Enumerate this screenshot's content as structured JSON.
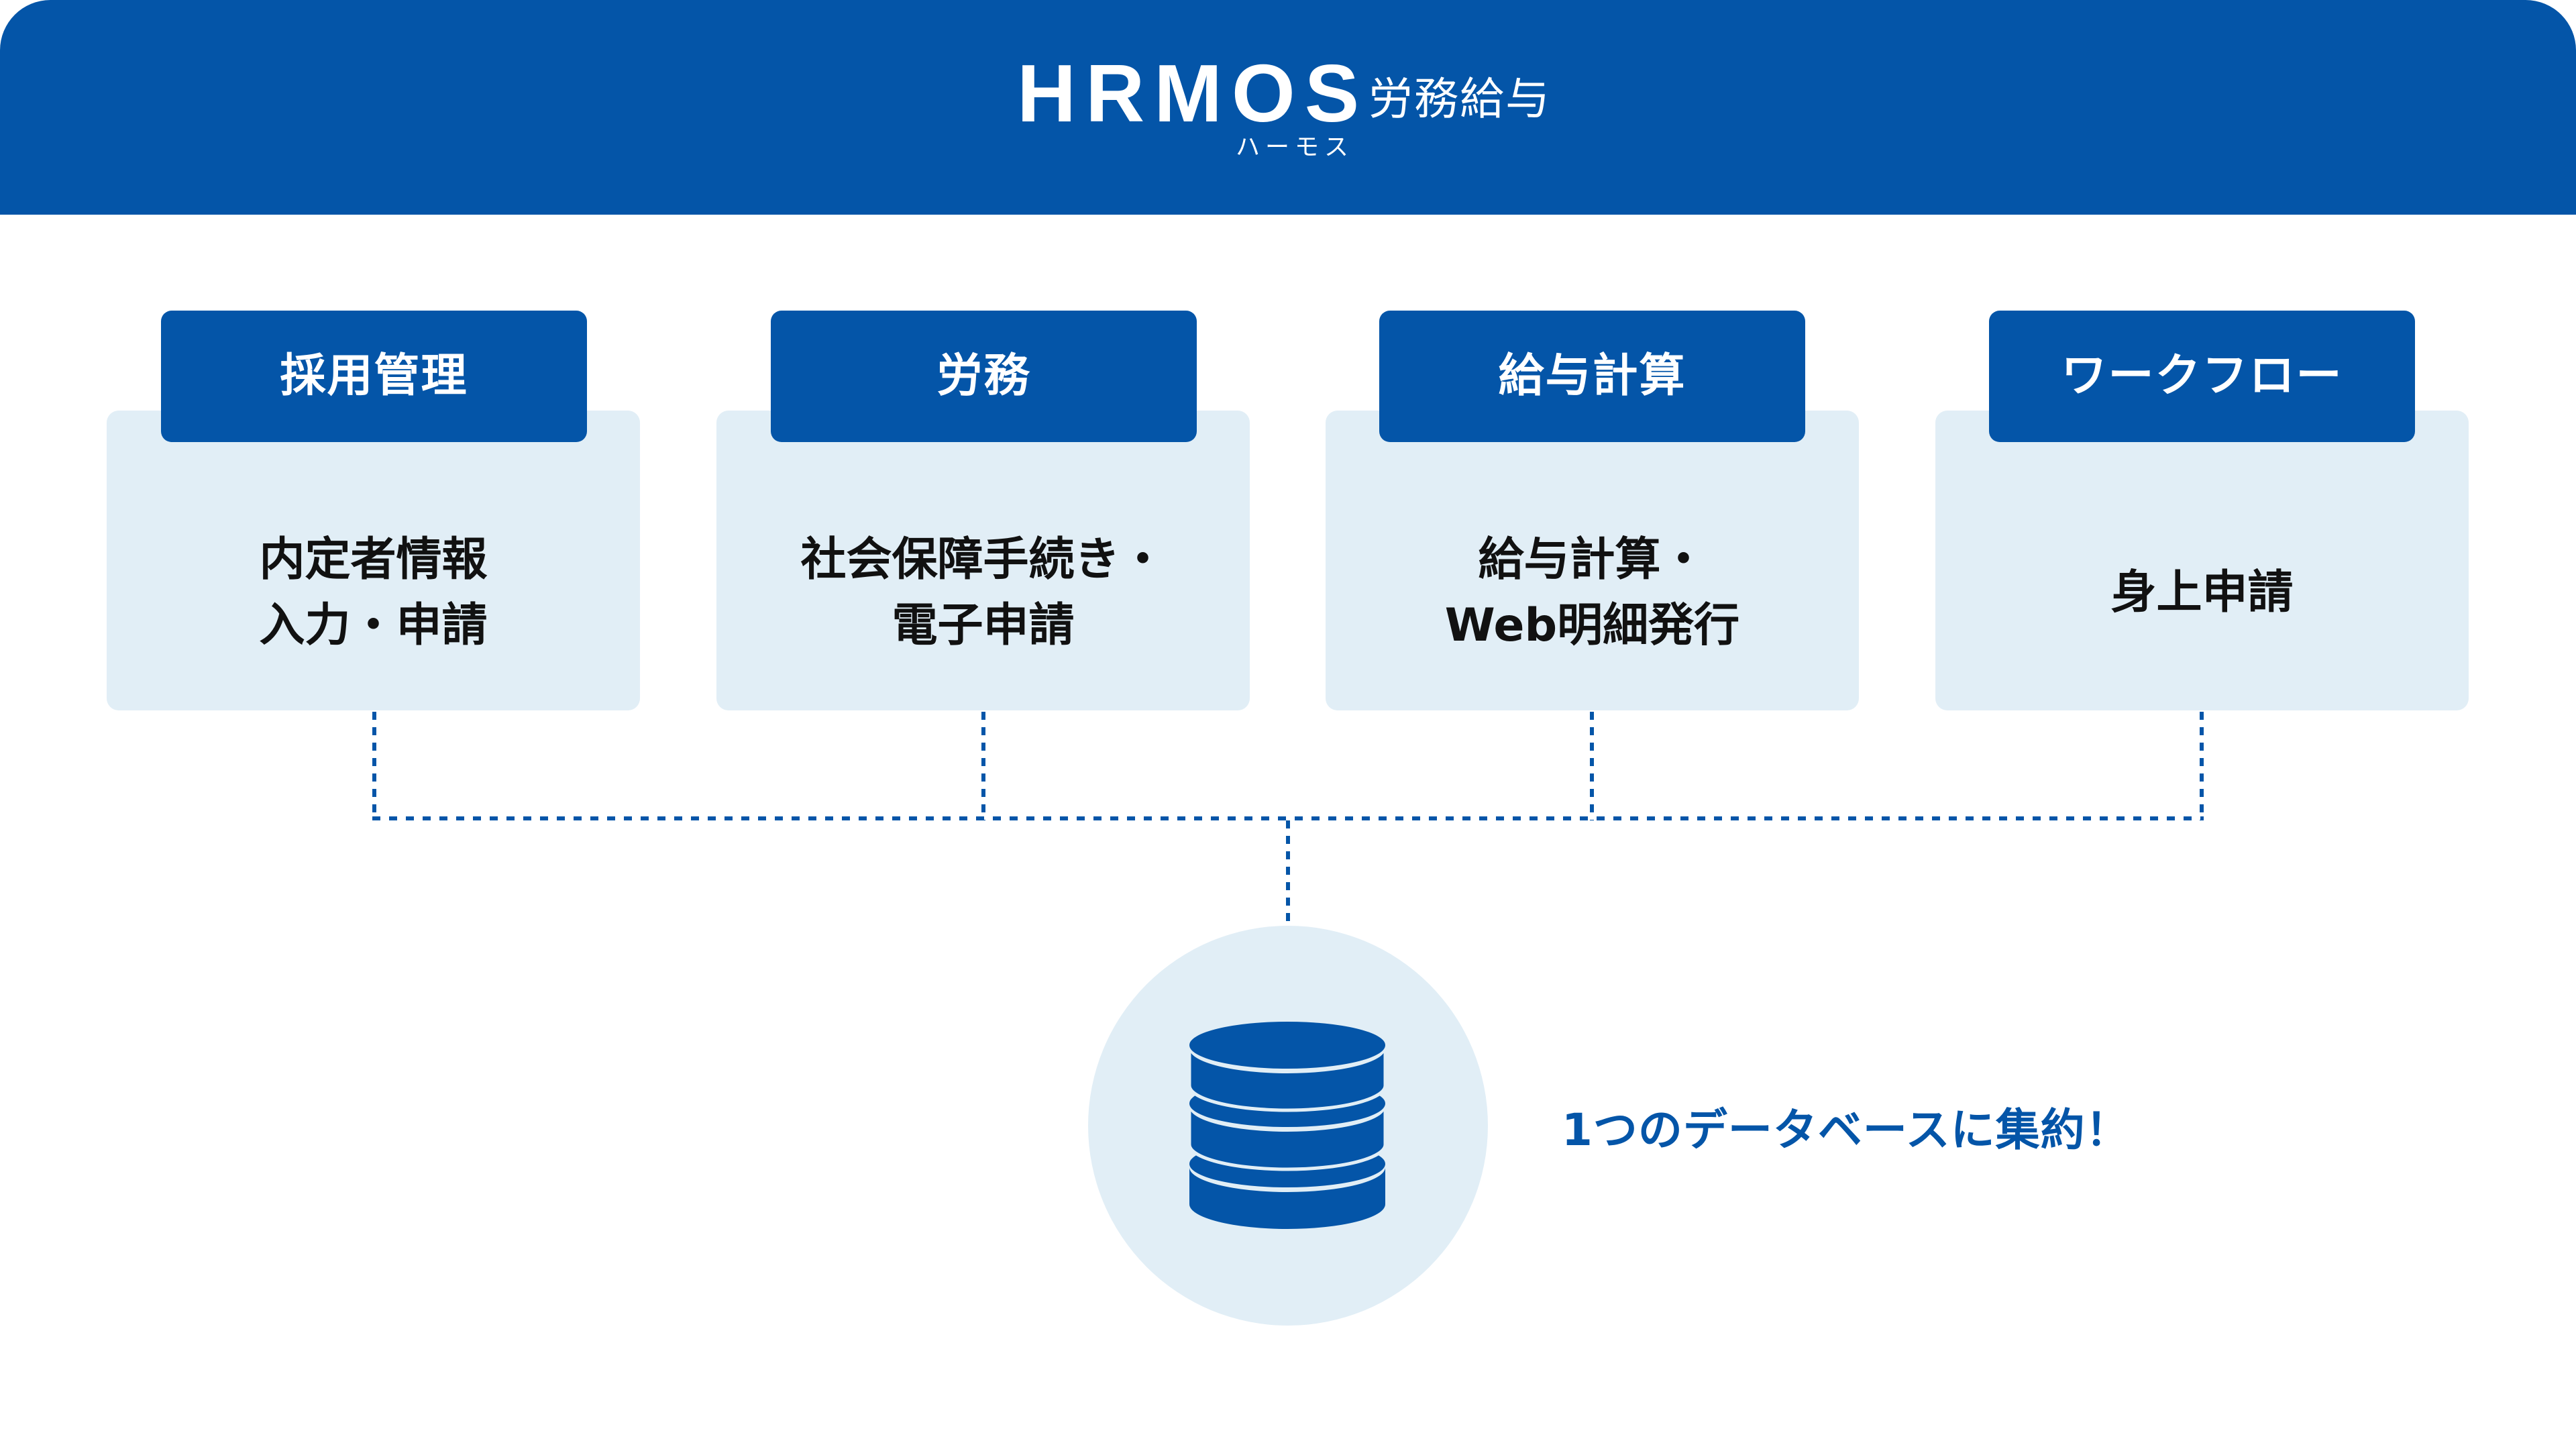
{
  "header": {
    "brand": "HRMOS",
    "product": "労務給与",
    "brand_kana": "ハーモス",
    "background_color": "#0455A8"
  },
  "modules": [
    {
      "tab_label": "採用管理",
      "description": "内定者情報\n入力・申請"
    },
    {
      "tab_label": "労務",
      "description": "社会保障手続き・\n電子申請"
    },
    {
      "tab_label": "給与計算",
      "description": "給与計算・\nWeb明細発行"
    },
    {
      "tab_label": "ワークフロー",
      "description": "身上申請"
    }
  ],
  "database": {
    "icon": "database-icon",
    "caption": "1つのデータベースに集約！"
  },
  "colors": {
    "primary": "#0455A8",
    "card_background": "#E1EEF6",
    "text": "#111111"
  }
}
